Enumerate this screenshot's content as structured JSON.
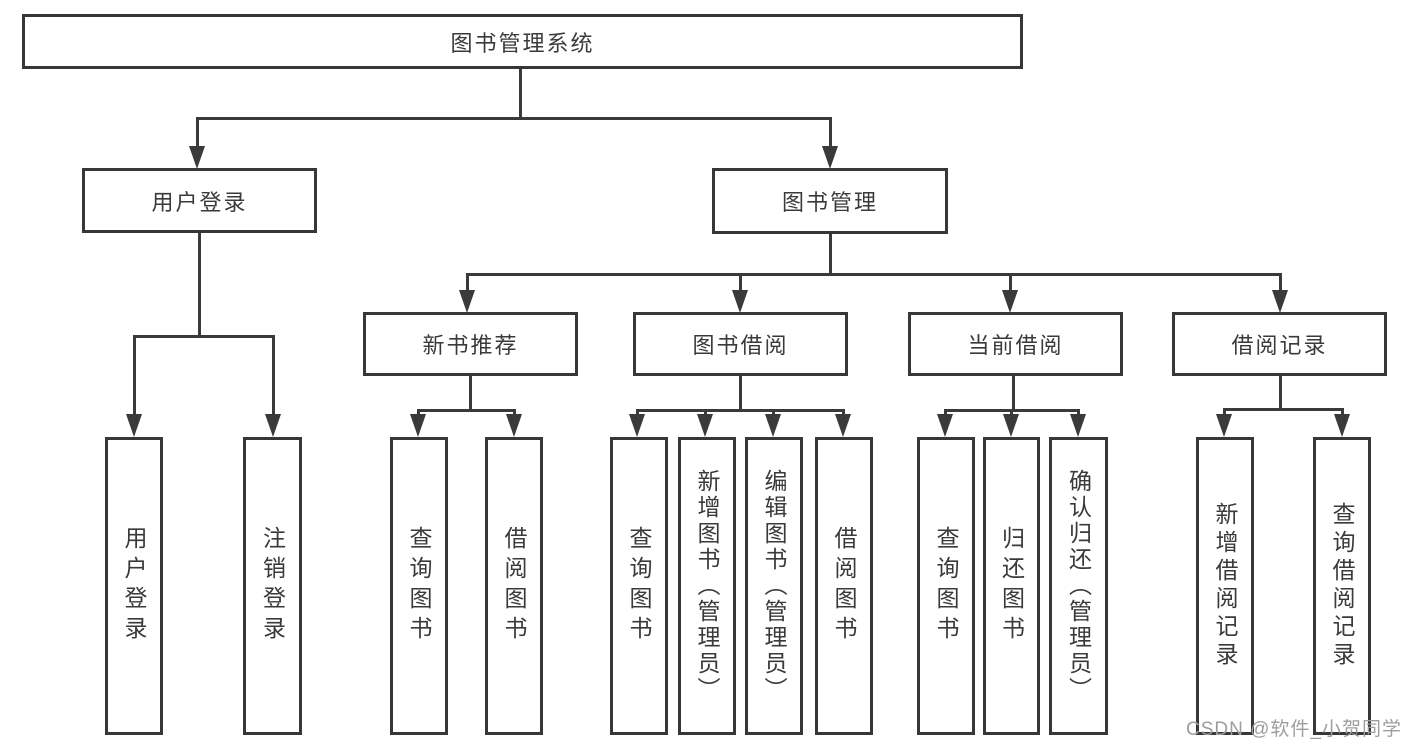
{
  "colors": {
    "background": "#ffffff",
    "box_border": "#373737",
    "line": "#3a3a3a",
    "text": "#3a3a3a",
    "watermark_text": "#9e9e9e"
  },
  "diagram": {
    "root": {
      "label": "图书管理系统"
    },
    "level1": {
      "user_login": "用户登录",
      "book_mgmt": "图书管理"
    },
    "level2": {
      "new_book": "新书推荐",
      "book_borrow": "图书借阅",
      "current_borrow": "当前借阅",
      "borrow_record": "借阅记录"
    },
    "leaves": {
      "user_login": [
        "用户登录",
        "注销登录"
      ],
      "new_book": [
        "查询图书",
        "借阅图书"
      ],
      "book_borrow": [
        "查询图书",
        "新增图书（管理员）",
        "编辑图书（管理员）",
        "借阅图书"
      ],
      "current_borrow": [
        "查询图书",
        "归还图书",
        "确认归还（管理员）"
      ],
      "borrow_record": [
        "新增借阅记录",
        "查询借阅记录"
      ]
    },
    "watermark": "CSDN @软件_小贺同学"
  }
}
